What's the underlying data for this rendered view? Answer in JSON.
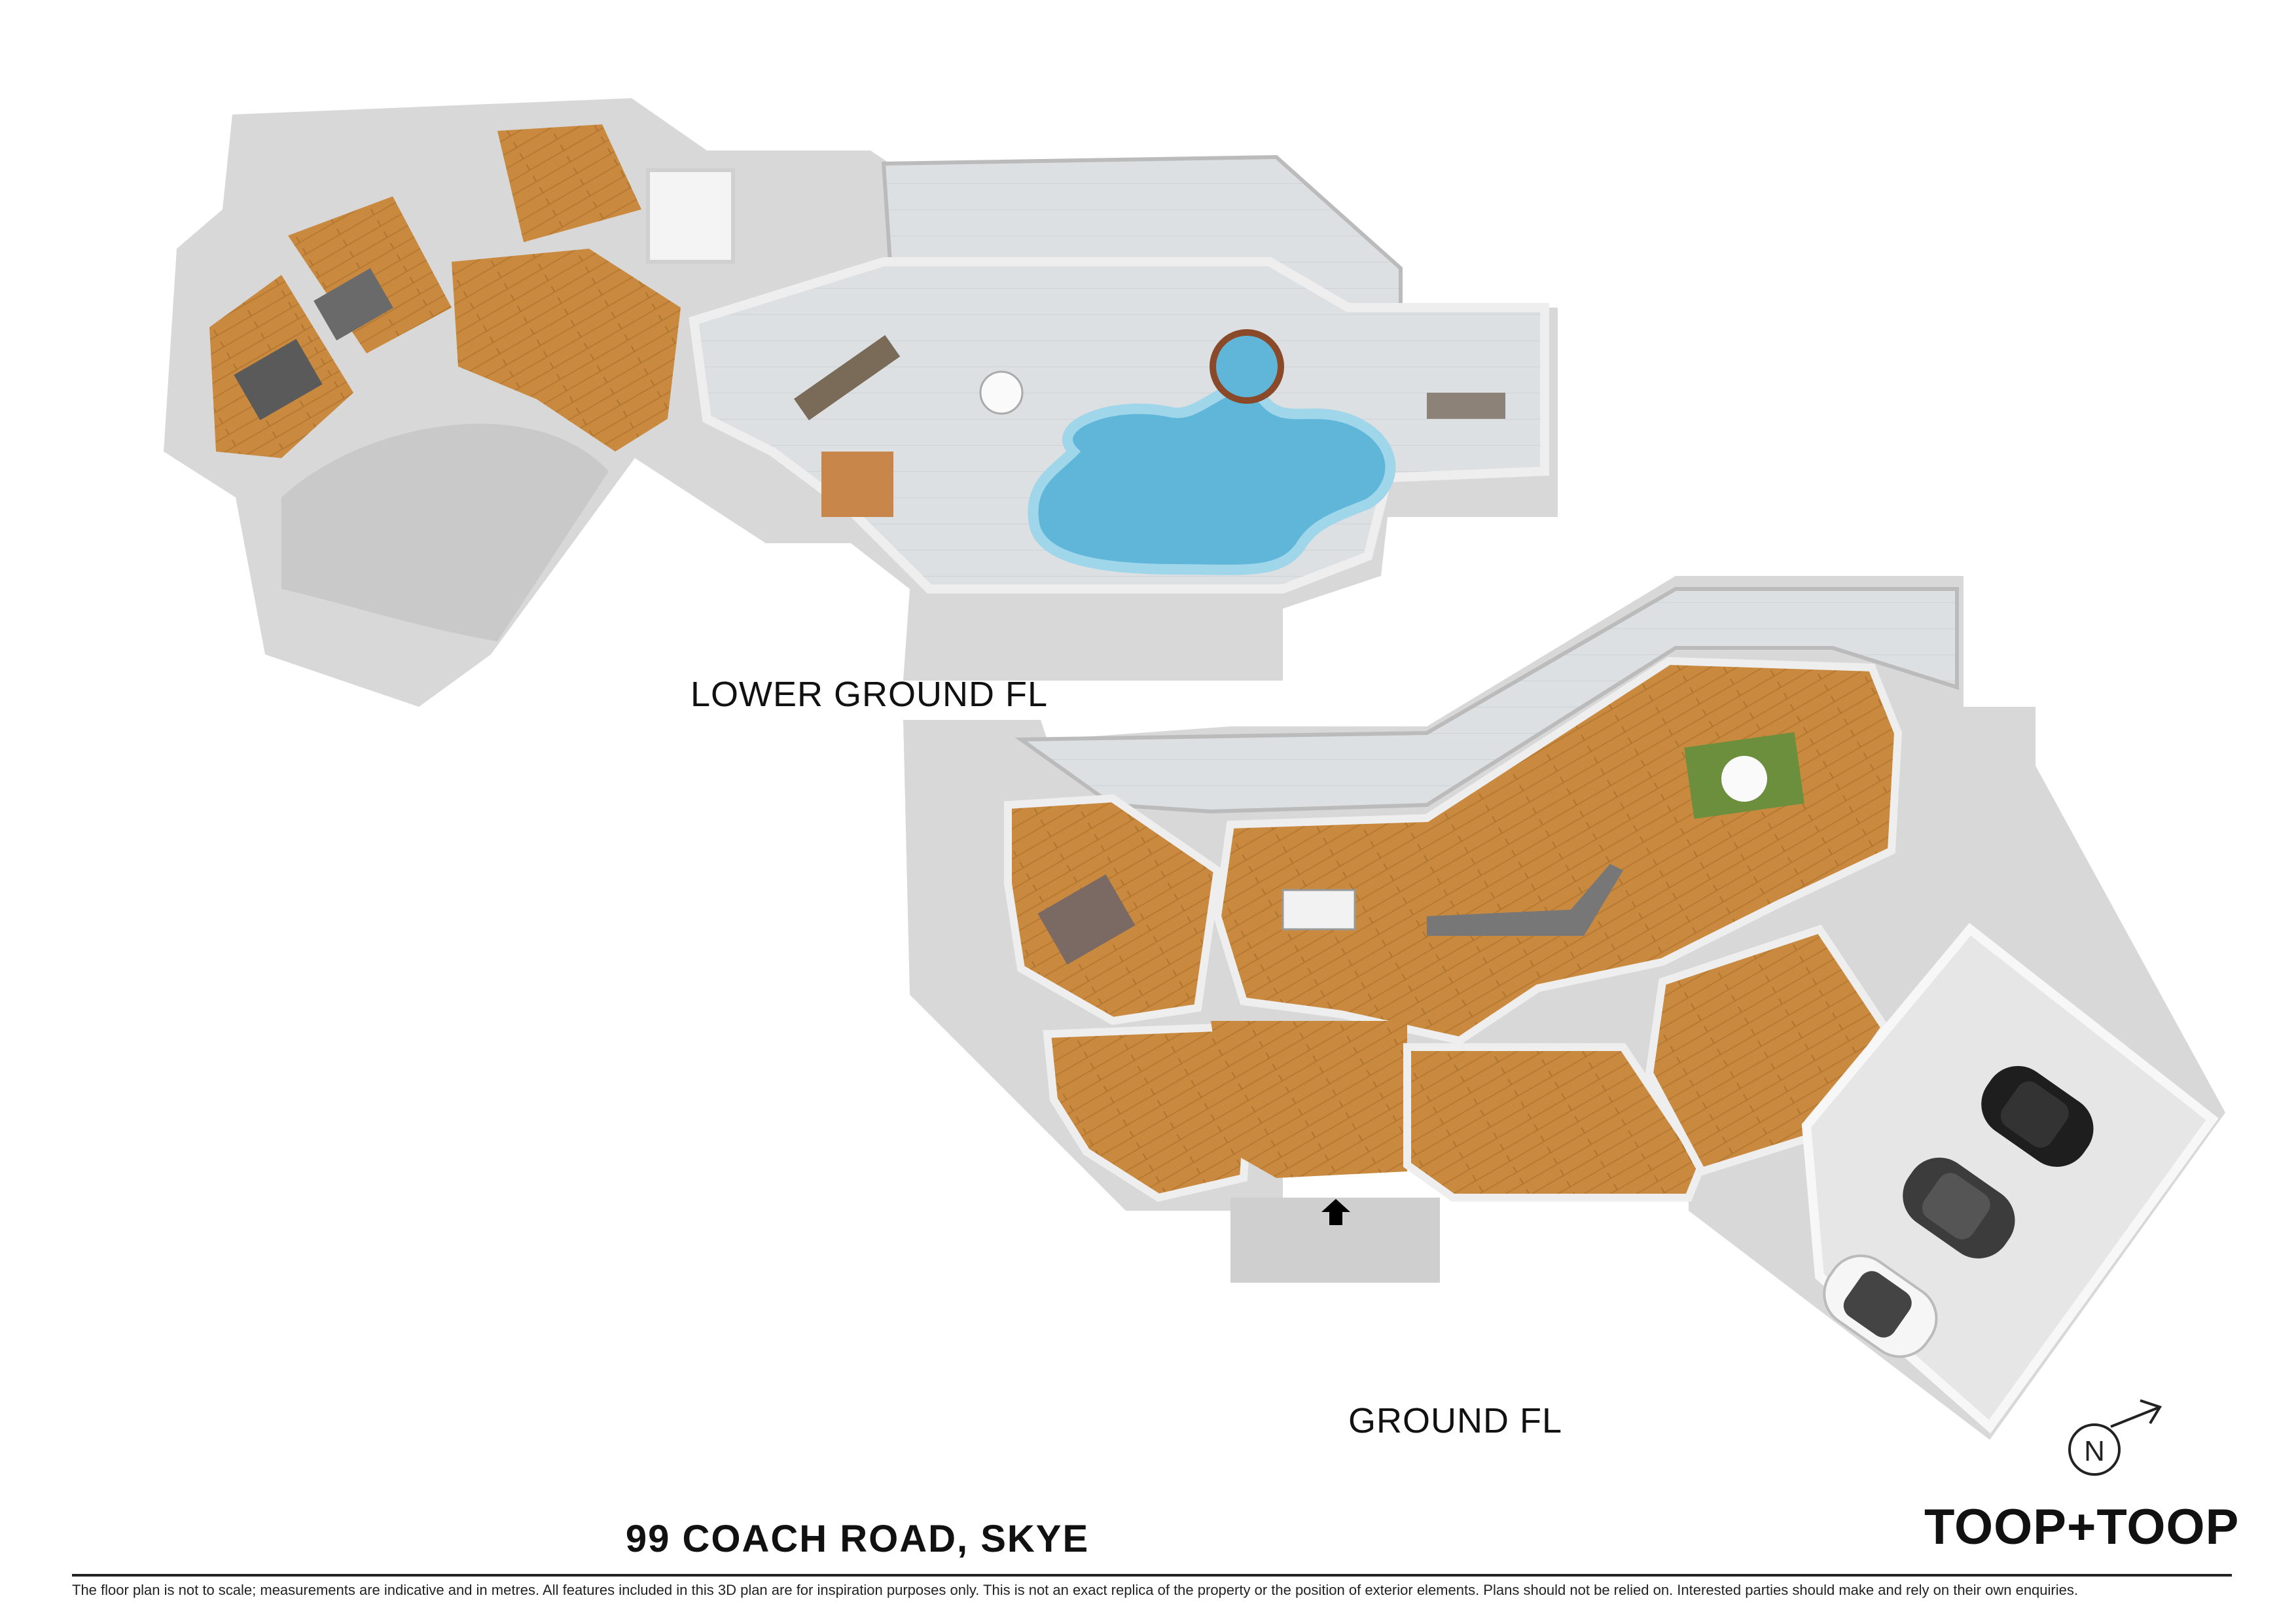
{
  "floors": {
    "lower_label": "LOWER GROUND FL",
    "ground_label": "GROUND FL"
  },
  "address": "99 COACH ROAD, SKYE",
  "brand": {
    "logo": "TOOP+TOOP"
  },
  "compass": {
    "letter": "N",
    "icon": "north-arrow-icon"
  },
  "disclaimer": "The floor plan is not to scale; measurements are indicative and in metres. All features included in this 3D plan are for inspiration purposes only. This is not an exact replica of the property or the position of exterior elements. Plans should not be relied on. Interested parties should make and rely on their own enquiries.",
  "colors": {
    "wall": "#f2f2f2",
    "wall_shadow": "#cfcfcf",
    "wood": "#c98a3f",
    "wood_dark": "#a8692b",
    "tile": "#dcdfe1",
    "pool": "#5fb6d9",
    "pool_edge": "#9fd6ea"
  }
}
